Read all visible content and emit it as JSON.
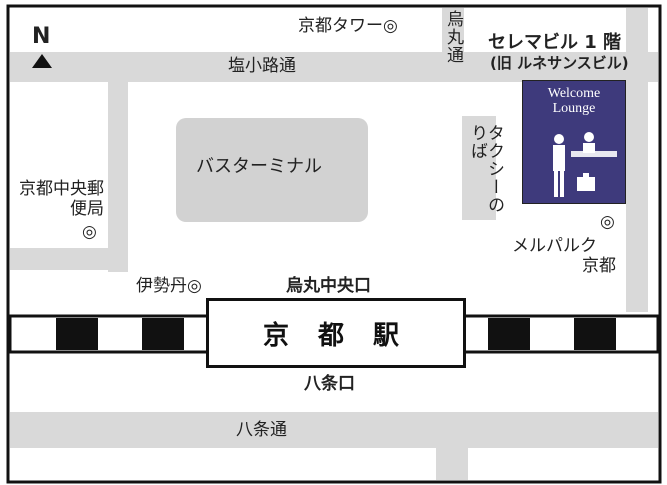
{
  "compass": {
    "label": "N"
  },
  "streets": {
    "north_road": "塩小路通",
    "south_road": "八条通",
    "karasuma_dori": "烏丸通"
  },
  "landmarks": {
    "kyoto_tower": "京都タワー◎",
    "bus_terminal": "バスターミナル",
    "post_office": "京都中央郵便局",
    "post_office_mark": "◎",
    "isetan": "伊勢丹◎",
    "taxi_stand": "タクシーのりば",
    "meruparuku_mark": "◎",
    "meruparuku_line1": "メルパルク",
    "meruparuku_line2": "京都"
  },
  "station": {
    "name": "京 都 駅",
    "north_exit": "烏丸中央口",
    "south_exit": "八条口"
  },
  "destination": {
    "building": "セレマビル 1 階",
    "old_name": "(旧 ルネサンスビル)",
    "sign_line1": "Welcome",
    "sign_line2": "Lounge"
  },
  "colors": {
    "road": "#d9d9d9",
    "block": "#d2d2d2",
    "rail_dark": "#111111",
    "lounge_bg": "#3e3a7c",
    "border": "#111111"
  }
}
